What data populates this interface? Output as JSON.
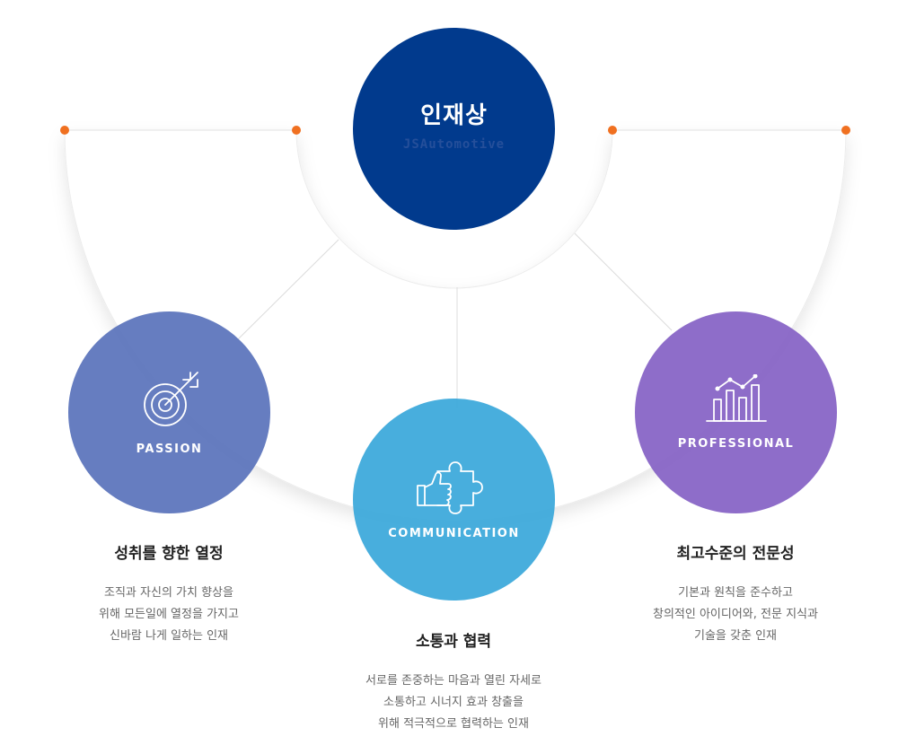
{
  "center": {
    "title": "인재상",
    "subtitle": "JSAutomotive"
  },
  "pillars": [
    {
      "label": "PASSION",
      "icon": "target-arrow-icon",
      "color": "#5972bb",
      "title": "성취를 향한 열정",
      "desc": [
        "조직과 자신의 가치 향상을",
        "위해 모든일에 열정을 가지고",
        "신바람 나게 일하는 인재"
      ]
    },
    {
      "label": "COMMUNICATION",
      "icon": "puzzle-thumbs-up-icon",
      "color": "#3aa8da",
      "title": "소통과 협력",
      "desc": [
        "서로를 존중하는 마음과 열린 자세로",
        "소통하고 시너지 효과 창출을",
        "위해 적극적으로 협력하는 인재"
      ]
    },
    {
      "label": "PROFESSIONAL",
      "icon": "bar-chart-icon",
      "color": "#8461c4",
      "title": "최고수준의 전문성",
      "desc": [
        "기본과 원칙을 준수하고",
        "창의적인 아이디어와, 전문 지식과",
        "기술을 갖춘 인재"
      ]
    }
  ],
  "colors": {
    "center": "#013a8d",
    "accent_dot": "#f07020"
  }
}
